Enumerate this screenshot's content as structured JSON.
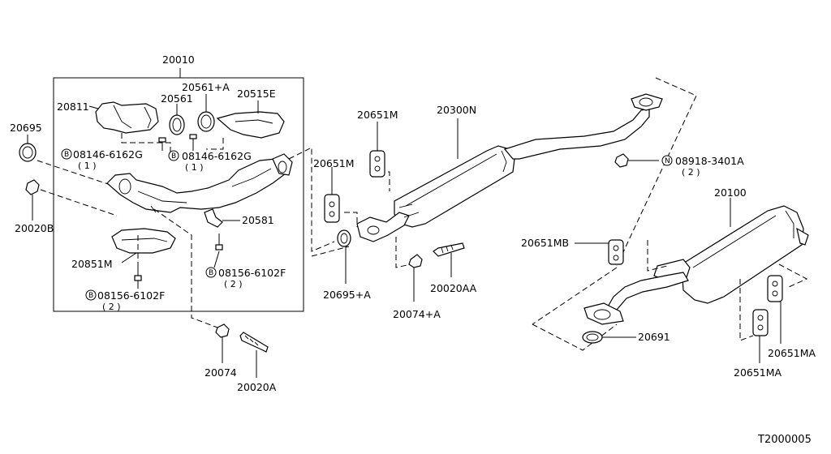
{
  "diagram_code": "T2000005",
  "labels": {
    "p20010": "20010",
    "p20561a": "20561+A",
    "p20561": "20561",
    "p20515e": "20515E",
    "p20811": "20811",
    "p20695": "20695",
    "p08146_a": "08146-6162G",
    "p08146_a_qty": "( 1 )",
    "p08146_b": "08146-6162G",
    "p08146_b_qty": "( 1 )",
    "p20020b": "20020B",
    "p20581": "20581",
    "p20851m": "20851M",
    "p08156_a": "08156-6102F",
    "p08156_a_qty": "( 2 )",
    "p08156_b": "08156-6102F",
    "p08156_b_qty": "( 2 )",
    "p20074": "20074",
    "p20020a": "20020A",
    "p20651m_a": "20651M",
    "p20651m_b": "20651M",
    "p20300n": "20300N",
    "p20695a": "20695+A",
    "p20074a": "20074+A",
    "p20020aa": "20020AA",
    "p08918": "08918-3401A",
    "p08918_qty": "( 2 )",
    "p20100": "20100",
    "p20651mb": "20651MB",
    "p20691": "20691",
    "p20651ma_a": "20651MA",
    "p20651ma_b": "20651MA",
    "prefix_b": "B",
    "prefix_n": "N"
  }
}
